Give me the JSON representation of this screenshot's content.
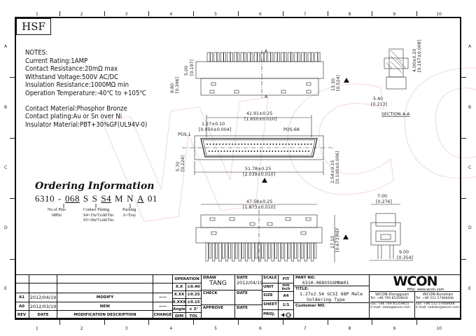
{
  "sheet": {
    "grid_columns": [
      "1",
      "2",
      "3",
      "4",
      "5",
      "6",
      "7",
      "8",
      "9",
      "10"
    ],
    "grid_rows": [
      "A",
      "B",
      "C",
      "D",
      "E"
    ],
    "logo_box": "HSF",
    "watermark": "WCON"
  },
  "notes": {
    "title": "NOTES:",
    "lines": [
      "Current Rating:1AMP",
      "Contact Resistance:20mΩ max",
      "Withstand Voltage:500V AC/DC",
      "Insulation Resistance:1000MΩ min",
      "Operation Temperature:-40℃ to +105℃"
    ],
    "material_lines": [
      "Contact Material:Phosphor Bronze",
      "Contact plating:Au or Sn over Ni",
      "Insulator Material:PBT+30%GF(UL94V-0)"
    ]
  },
  "ordering": {
    "title": "Ordering Information",
    "code_parts": [
      "6310",
      "-",
      "068",
      "S",
      "S",
      "S4",
      "M",
      "N",
      "A",
      "01"
    ],
    "pins_label": "No.of Pins",
    "pins_value": "68Pin",
    "plating_label": "Contact Plating",
    "plating_s4": "S4=15u\"Gold/Tin",
    "plating_s5": "S5=30u\"Gold/Tin",
    "packing_label": "Packing",
    "packing_value": "A=Tray"
  },
  "drawing": {
    "top_view": {
      "h1": "5.00",
      "h1_in": "[0.197]",
      "h2": "8.80",
      "h2_in": "[0.346]",
      "h3": "13.30",
      "h3_in": "[0.524]",
      "section_mark": "A"
    },
    "section": {
      "d1": "4.00±0.20",
      "d1_in": "[0.157±0.008]",
      "d2": "5.40",
      "d2_in": "[0.213]",
      "label": "SECTION A-A"
    },
    "front_view": {
      "w1": "41.91±0.25",
      "w1_in": "[1.650±0.010]",
      "pitch": "1.27±0.10",
      "pitch_in": "[0.050±0.004]",
      "pos1": "POS.1",
      "pos68": "POS.68",
      "h": "5.70",
      "h_in": "[0.224]",
      "w2": "51.78±0.25",
      "w2_in": "[2.039±0.010]",
      "row": "2.54±0.15",
      "row_in": "[0.100±0.006]"
    },
    "bottom_view": {
      "w": "47.58±0.25",
      "w_in": "[1.873±0.010]",
      "h": "17.10",
      "h_in": "[0.673]REF"
    },
    "side_view": {
      "w": "7.00",
      "w_in": "[0.276]",
      "w2": "9.00",
      "w2_in": "[0.354]"
    }
  },
  "title_block": {
    "revisions": [
      {
        "rev": "A1",
        "date": "2012/04/19",
        "desc": "MODIFY",
        "change": "——"
      },
      {
        "rev": "A0",
        "date": "2012/03/19",
        "desc": "NEW",
        "change": "——"
      }
    ],
    "headers": {
      "rev": "REV",
      "date": "DATE",
      "desc": "MODIFICATION DESCRIPTION",
      "change": "CHANGE"
    },
    "operation": {
      "title": "OPERATION",
      "rows": [
        [
          "X.X",
          "±0.40"
        ],
        [
          "X.XX",
          "±0.25"
        ],
        [
          "X.XXX",
          "±0.15"
        ],
        [
          "Angle",
          "± 3°"
        ]
      ],
      "dim": "DIM",
      "tol": "TOL"
    },
    "draw_label": "DRAW",
    "draw_value": "TANG",
    "check_label": "CHECK",
    "approve_label": "APPROVE",
    "date_label": "DATE",
    "draw_date": "2012/04/19",
    "scale_label": "SCALE",
    "scale_value": "FIT",
    "unit_label": "UNIT",
    "unit_value": "mm inch",
    "size_label": "SIZE",
    "size_value": "A4",
    "sheet_label": "SHEET",
    "sheet_value": "1/1",
    "proj_label": "PROJ.",
    "part_no_label": "PART NO.",
    "part_no": "6310-068SSSXMNA01",
    "title_label": "TITLE:",
    "title_line1": "1.27x2.54 SCSI 68P Male",
    "title_line2": "Soldering Type",
    "customer_label": "Customer NO.",
    "company": {
      "logo": "WCON",
      "url": "Http: www.wcon.com",
      "left": {
        "name": "WCON-Dongguan",
        "tel": "Tel: +86 769 85359830",
        "fax": "Fax: +86 769 85359815",
        "email": "E-mail: sales@wcon.com"
      },
      "right": {
        "name": "WCON-Kunshan",
        "tel": "Tel: +86 512 57468408",
        "fax": "Fax: +86 512 57468468",
        "email": "E-mail: salesks@wcon.com"
      }
    }
  },
  "colors": {
    "line": "#111111",
    "watermark": "#e8a0a0"
  }
}
